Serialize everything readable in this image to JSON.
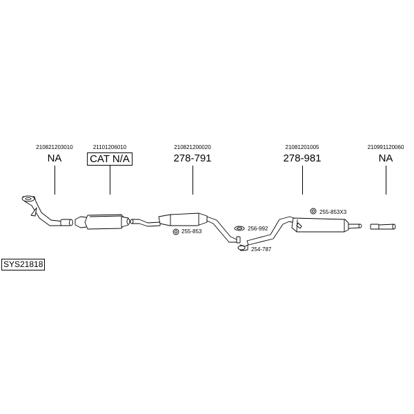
{
  "system_code": "SYS21818",
  "parts": [
    {
      "oem": "210821203010",
      "part_no": "NA"
    },
    {
      "oem": "21101206010",
      "part_no": "CAT N/A"
    },
    {
      "oem": "210821200020",
      "part_no": "278-791"
    },
    {
      "oem": "21081201005",
      "part_no": "278-981"
    },
    {
      "oem": "210991120060",
      "part_no": "NA"
    }
  ],
  "accessories": {
    "clamp_a": "255-853",
    "gasket": "256-992",
    "clamp_b": "254-787",
    "clamp_c": "255-853X3"
  }
}
